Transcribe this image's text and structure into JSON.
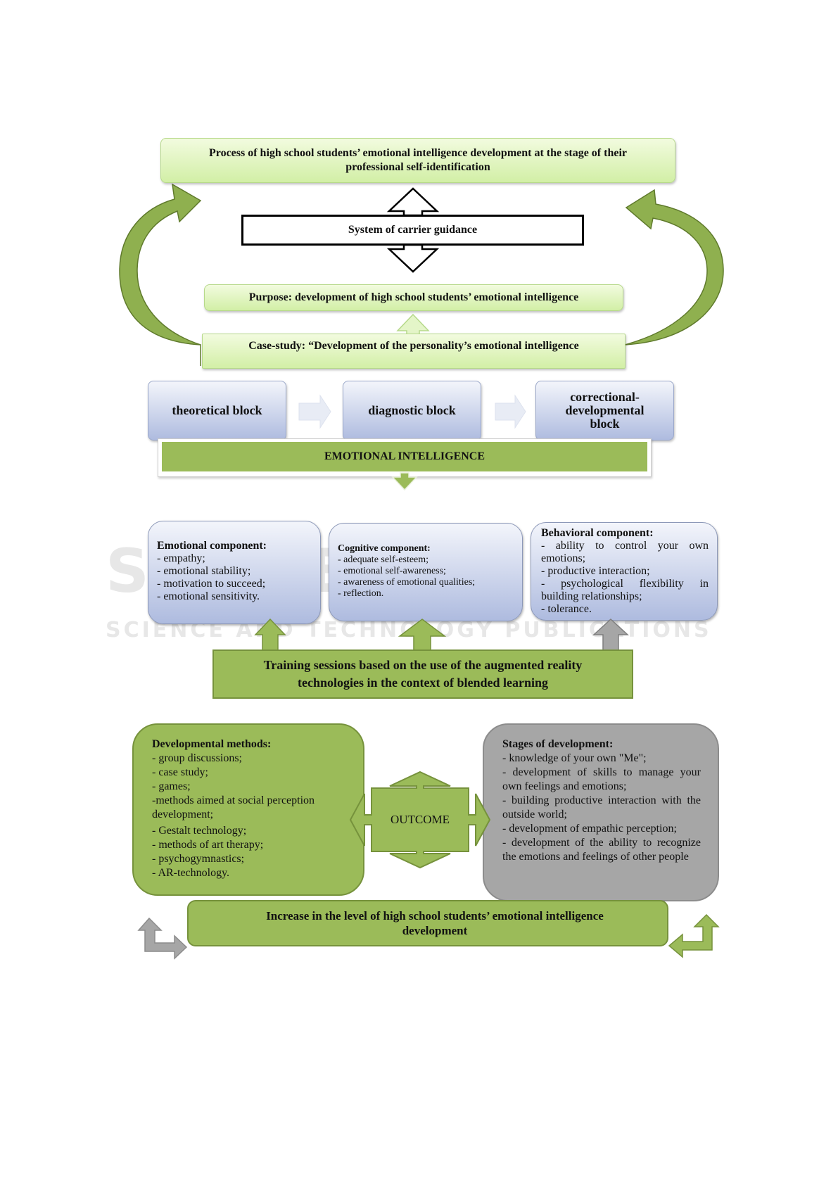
{
  "diagram": {
    "title": "Process of high school students’ emotional intelligence development at the stage of their professional self-identification",
    "system_box": "System of carrier guidance",
    "purpose": "Purpose: development of high school students’ emotional intelligence",
    "case_study": "Case-study: “Development of the personality’s emotional intelligence",
    "blocks": [
      {
        "label": "theoretical block"
      },
      {
        "label": "diagnostic block"
      },
      {
        "label": "correctional-developmental block"
      }
    ],
    "ei_banner": "EMOTIONAL INTELLIGENCE",
    "components": [
      {
        "title": "Emotional component:",
        "items": [
          "- empathy;",
          "- emotional stability;",
          "- motivation to succeed;",
          "- emotional sensitivity."
        ]
      },
      {
        "title": "Cognitive component:",
        "items": [
          "- adequate self-esteem;",
          "- emotional self-awareness;",
          "- awareness of emotional qualities;",
          "- reflection."
        ]
      },
      {
        "title": "Behavioral component:",
        "items": [
          "- ability to control your own emotions;",
          "- productive interaction;",
          "- psychological flexibility in building relationships;",
          "- tolerance."
        ]
      }
    ],
    "training": "Training sessions based on the use of the augmented reality technologies in the context of blended learning",
    "methods": {
      "title": "Developmental methods:",
      "items": [
        "- group discussions;",
        "- case study;",
        "- games;",
        "-methods aimed at social perception development;",
        "- Gestalt technology;",
        "- methods of art therapy;",
        "- psychogymnastics;",
        "- AR-technology."
      ]
    },
    "outcome": "OUTCOME",
    "stages": {
      "title": "Stages of development:",
      "items": [
        "- knowledge of your own \"Me\";",
        "- development of skills to manage your own feelings and emotions;",
        "- building productive interaction with the outside world;",
        "- development of empathic perception;",
        "- development of the ability to recognize the emotions and feelings of other people"
      ]
    },
    "result": "Increase in the level of high school students’ emotional intelligence development"
  },
  "watermark": {
    "line1": "SCITEPRESS",
    "line2": "SCIENCE AND TECHNOLOGY PUBLICATIONS"
  },
  "colors": {
    "green": "#9bbb59",
    "dark_green": "#76923c",
    "light_green": "#d2efa6",
    "blue": "#aebbdf",
    "gray": "#a6a6a6"
  }
}
